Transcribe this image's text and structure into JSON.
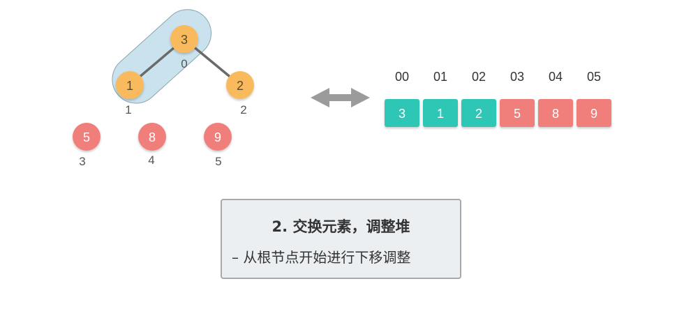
{
  "tree": {
    "nodes": [
      {
        "value": "3",
        "index": "0",
        "status": "heap"
      },
      {
        "value": "1",
        "index": "1",
        "status": "heap"
      },
      {
        "value": "2",
        "index": "2",
        "status": "heap"
      },
      {
        "value": "5",
        "index": "3",
        "status": "sorted"
      },
      {
        "value": "8",
        "index": "4",
        "status": "sorted"
      },
      {
        "value": "9",
        "index": "5",
        "status": "sorted"
      }
    ],
    "edges": [
      [
        "0",
        "1"
      ],
      [
        "0",
        "2"
      ]
    ],
    "highlight": [
      "0",
      "1"
    ]
  },
  "array": {
    "indices": [
      "00",
      "01",
      "02",
      "03",
      "04",
      "05"
    ],
    "cells": [
      {
        "value": "3",
        "status": "heap"
      },
      {
        "value": "1",
        "status": "heap"
      },
      {
        "value": "2",
        "status": "heap"
      },
      {
        "value": "5",
        "status": "sorted"
      },
      {
        "value": "8",
        "status": "sorted"
      },
      {
        "value": "9",
        "status": "sorted"
      }
    ]
  },
  "caption": {
    "title": "2. 交换元素，调整堆",
    "subtitle": "– 从根节点开始进行下移调整"
  },
  "colors": {
    "heap_node": "#f9b95d",
    "sorted": "#f07f7c",
    "heap_cell": "#2fc6b4",
    "highlight": "#c9e2ee",
    "arrow": "#9b9b9b",
    "edge": "#6a6a6a"
  },
  "icons": {
    "arrow": "double-arrow-icon"
  }
}
